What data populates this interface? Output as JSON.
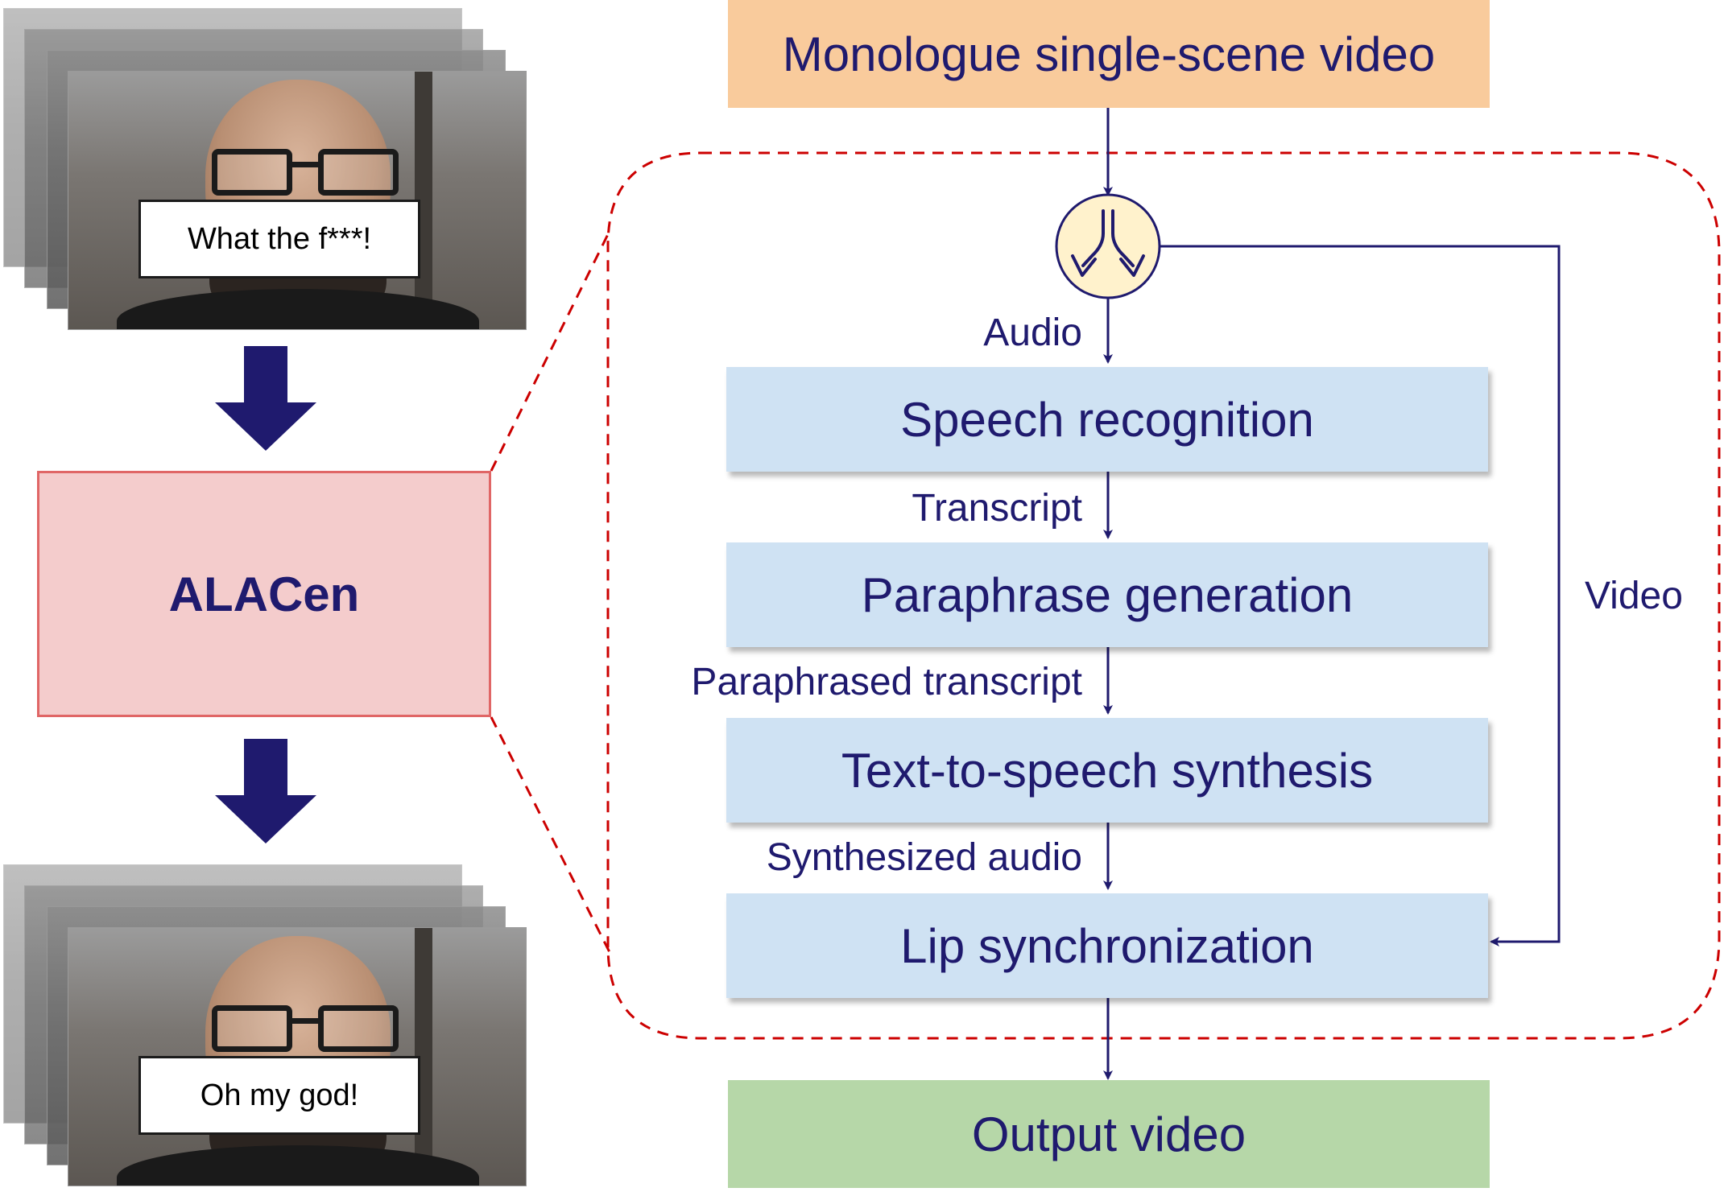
{
  "captions": {
    "input": "What the f***!",
    "output": "Oh my god!"
  },
  "system": {
    "name": "ALACen"
  },
  "pipeline": {
    "input": "Monologue single-scene video",
    "steps": [
      "Speech recognition",
      "Paraphrase generation",
      "Text-to-speech synthesis",
      "Lip synchronization"
    ],
    "output": "Output video"
  },
  "edge_labels": {
    "audio": "Audio",
    "transcript": "Transcript",
    "paraphrased": "Paraphrased transcript",
    "synthesized": "Synthesized audio",
    "video": "Video"
  },
  "colors": {
    "text": "#1f1a6e",
    "arrow": "#1f1a6e",
    "input_box": "#f9cb9c",
    "step_box": "#cfe2f3",
    "output_box": "#b6d7a8",
    "alacen_fill": "#f4cccc",
    "alacen_border": "#e06666",
    "dashed_outline": "#cc0000",
    "split_icon_fill": "#fff2cc"
  },
  "icons": {
    "split": "split-arrows-icon"
  }
}
